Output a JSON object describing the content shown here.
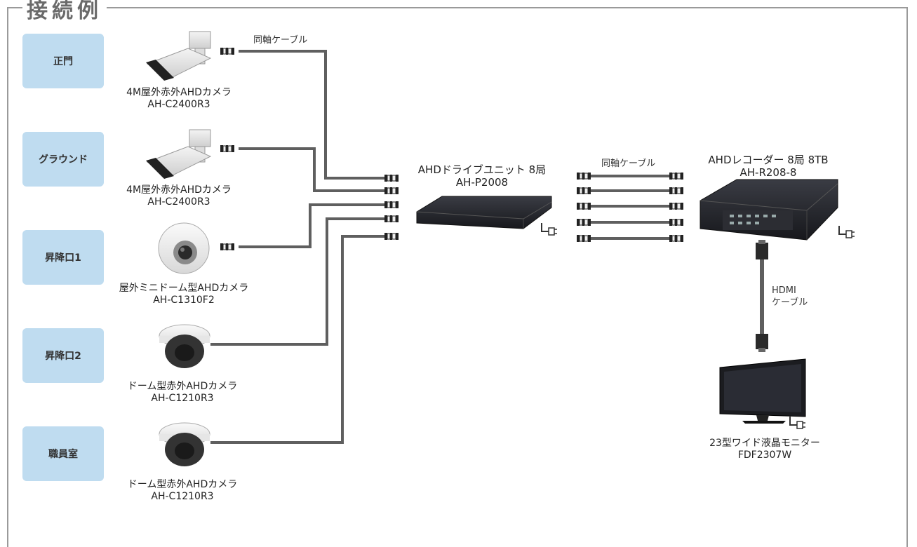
{
  "title": "接続例",
  "locations": [
    "正門",
    "グラウンド",
    "昇降口1",
    "昇降口2",
    "職員室"
  ],
  "cameras": [
    {
      "name": "4M屋外赤外AHDカメラ",
      "model": "AH-C2400R3",
      "type": "bullet-camera"
    },
    {
      "name": "4M屋外赤外AHDカメラ",
      "model": "AH-C2400R3",
      "type": "bullet-camera"
    },
    {
      "name": "屋外ミニドーム型AHDカメラ",
      "model": "AH-C1310F2",
      "type": "mini-dome-camera"
    },
    {
      "name": "ドーム型赤外AHDカメラ",
      "model": "AH-C1210R3",
      "type": "dome-camera"
    },
    {
      "name": "ドーム型赤外AHDカメラ",
      "model": "AH-C1210R3",
      "type": "dome-camera"
    }
  ],
  "cable_labels": {
    "coax_1": "同軸ケーブル",
    "coax_2": "同軸ケーブル",
    "hdmi_line1": "HDMI",
    "hdmi_line2": "ケーブル"
  },
  "drive_unit": {
    "name": "AHDドライブユニット 8局",
    "model": "AH-P2008"
  },
  "recorder": {
    "name": "AHDレコーダー 8局 8TB",
    "model": "AH-R208-8"
  },
  "monitor": {
    "name": "23型ワイド液晶モニター",
    "model": "FDF2307W"
  },
  "colors": {
    "location_box": "#bfdcf0",
    "cable": "#5f5f5f",
    "device": "#1e1f24",
    "frame": "#9a9a9a"
  }
}
